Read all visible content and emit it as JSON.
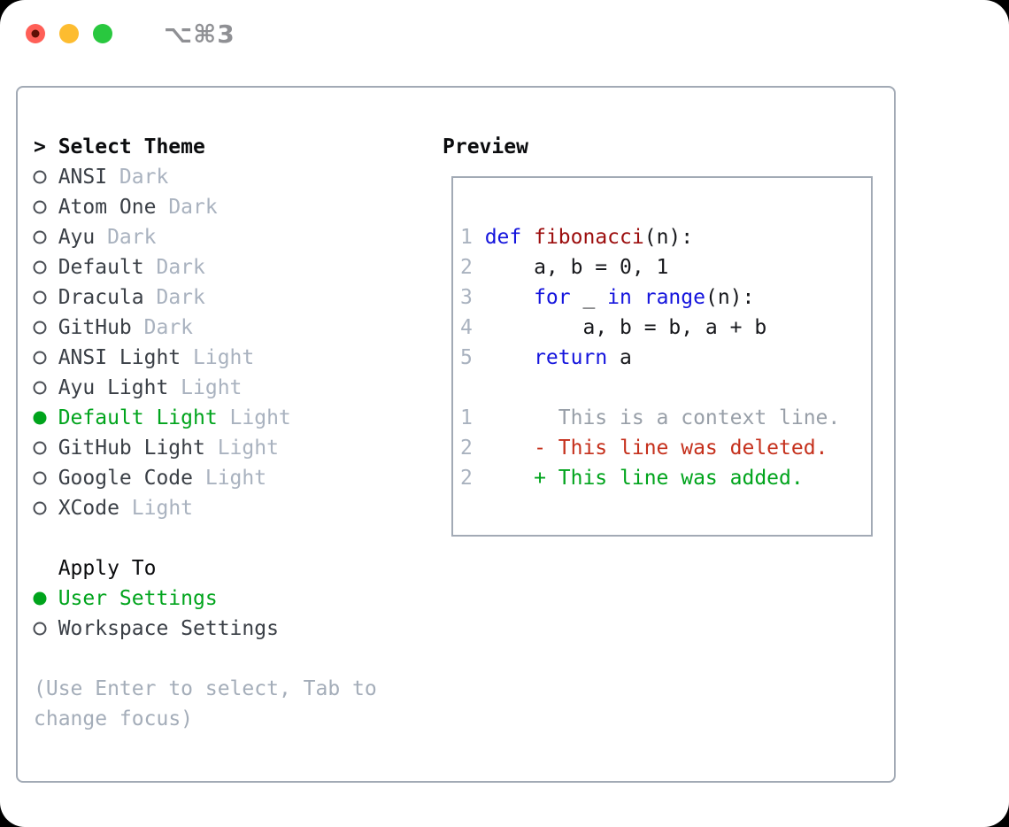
{
  "window": {
    "title": "⌥⌘3",
    "traffic_lights": [
      {
        "name": "close",
        "color": "#ff5f57"
      },
      {
        "name": "minimize",
        "color": "#fdbc30"
      },
      {
        "name": "zoom",
        "color": "#29c83f"
      }
    ]
  },
  "theme_picker": {
    "prompt": ">",
    "header": "Select Theme",
    "items": [
      {
        "name": "ANSI",
        "variant": "Dark",
        "selected": false
      },
      {
        "name": "Atom One",
        "variant": "Dark",
        "selected": false
      },
      {
        "name": "Ayu",
        "variant": "Dark",
        "selected": false
      },
      {
        "name": "Default",
        "variant": "Dark",
        "selected": false
      },
      {
        "name": "Dracula",
        "variant": "Dark",
        "selected": false
      },
      {
        "name": "GitHub",
        "variant": "Dark",
        "selected": false
      },
      {
        "name": "ANSI Light",
        "variant": "Light",
        "selected": false
      },
      {
        "name": "Ayu Light",
        "variant": "Light",
        "selected": false
      },
      {
        "name": "Default Light",
        "variant": "Light",
        "selected": true
      },
      {
        "name": "GitHub Light",
        "variant": "Light",
        "selected": false
      },
      {
        "name": "Google Code",
        "variant": "Light",
        "selected": false
      },
      {
        "name": "XCode",
        "variant": "Light",
        "selected": false
      }
    ]
  },
  "apply_to": {
    "header": "Apply To",
    "options": [
      {
        "label": "User Settings",
        "selected": true
      },
      {
        "label": "Workspace Settings",
        "selected": false
      }
    ]
  },
  "hint": "(Use Enter to select, Tab to change focus)",
  "preview": {
    "header": "Preview",
    "code_lines": [
      {
        "num": "1",
        "tokens": [
          {
            "c": "kw",
            "s": "def"
          },
          {
            "c": "pl",
            "s": " "
          },
          {
            "c": "fn",
            "s": "fibonacci"
          },
          {
            "c": "pl",
            "s": "(n):"
          }
        ]
      },
      {
        "num": "2",
        "tokens": [
          {
            "c": "pl",
            "s": "    a, b = 0, 1"
          }
        ]
      },
      {
        "num": "3",
        "tokens": [
          {
            "c": "pl",
            "s": "    "
          },
          {
            "c": "kw",
            "s": "for"
          },
          {
            "c": "pl",
            "s": " _ "
          },
          {
            "c": "kw",
            "s": "in"
          },
          {
            "c": "pl",
            "s": " "
          },
          {
            "c": "kw",
            "s": "range"
          },
          {
            "c": "pl",
            "s": "(n):"
          }
        ]
      },
      {
        "num": "4",
        "tokens": [
          {
            "c": "pl",
            "s": "        a, b = b, a + b"
          }
        ]
      },
      {
        "num": "5",
        "tokens": [
          {
            "c": "pl",
            "s": "    "
          },
          {
            "c": "kw",
            "s": "return"
          },
          {
            "c": "pl",
            "s": " a"
          }
        ]
      }
    ],
    "diff_lines": [
      {
        "num": "1",
        "kind": "context",
        "tokens": [
          {
            "c": "ctx",
            "s": "      This is a context line."
          }
        ]
      },
      {
        "num": "2",
        "kind": "deleted",
        "tokens": [
          {
            "c": "del",
            "s": "    - This line was deleted."
          }
        ]
      },
      {
        "num": "2",
        "kind": "added",
        "tokens": [
          {
            "c": "add",
            "s": "    + This line was added."
          }
        ]
      }
    ]
  },
  "colors": {
    "accent-green": "#00a41c",
    "diff-red": "#c5301c",
    "keyword-blue": "#1414dd",
    "function-red": "#9c0d0d",
    "code-ink": "#17181c",
    "item-ink": "#3a3f46",
    "header-ink": "#0b0c0e",
    "muted-gray": "#a9b2bf",
    "context-gray": "#989fa8",
    "hint-gray": "#a4adb9",
    "panel-border": "#a2aab5",
    "title-gray": "#8f9094",
    "traffic-red": "#ff5f57",
    "traffic-red-dot": "#5f1005",
    "traffic-yellow": "#fdbc30",
    "traffic-green": "#29c83f"
  }
}
